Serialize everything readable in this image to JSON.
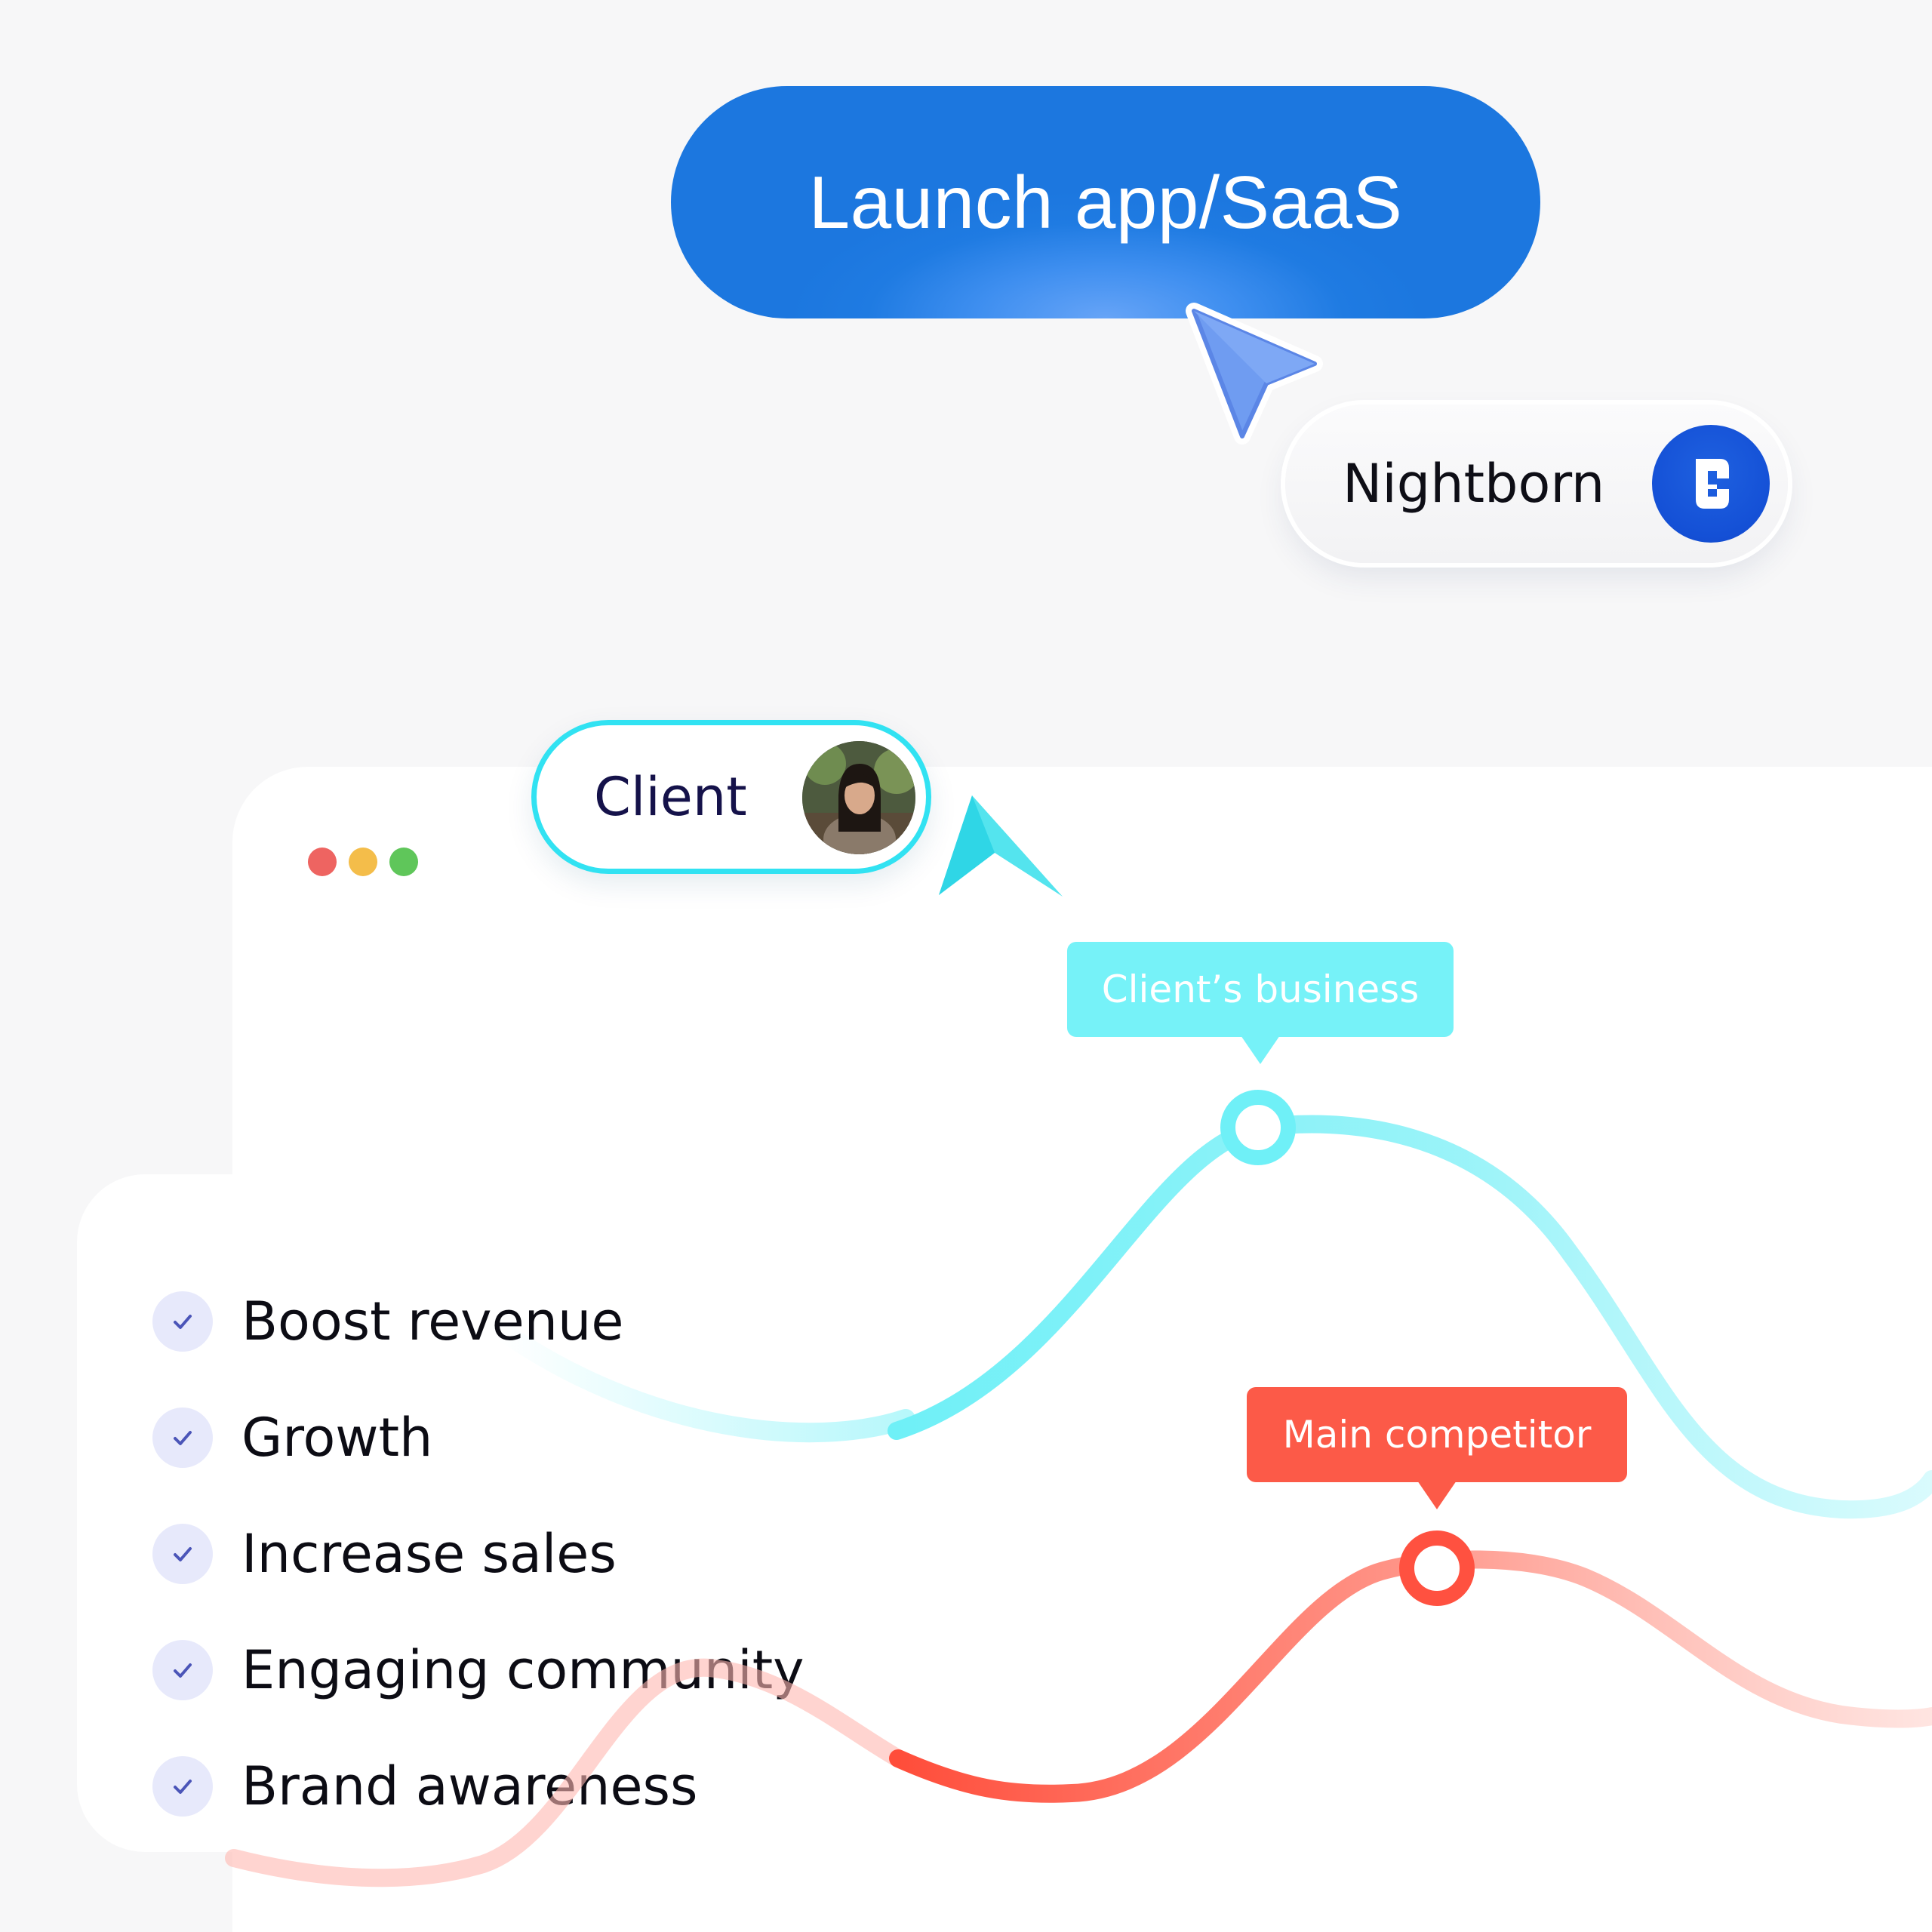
{
  "launch": {
    "label": "Launch app/SaaS",
    "color": "#1f7be2"
  },
  "agency": {
    "name": "Nightborn",
    "logo_icon": "nightborn-logo-icon",
    "color": "#1450d6"
  },
  "client": {
    "label": "Client",
    "avatar_icon": "client-avatar-photo",
    "border_color": "#31e2f2"
  },
  "window": {
    "controls": [
      "close-dot",
      "minimize-dot",
      "maximize-dot"
    ],
    "control_colors": [
      "#ee6461",
      "#f4bd4a",
      "#5fc65a"
    ]
  },
  "tooltips": {
    "client_business": {
      "label": "Client’s business",
      "color": "#76f2f8"
    },
    "competitor": {
      "label": "Main competitor",
      "color": "#fc5a48"
    }
  },
  "checklist": {
    "icon": "check-icon",
    "items": [
      {
        "label": "Boost revenue"
      },
      {
        "label": "Growth"
      },
      {
        "label": "Increase sales"
      },
      {
        "label": "Engaging community"
      },
      {
        "label": "Brand awareness"
      }
    ]
  }
}
